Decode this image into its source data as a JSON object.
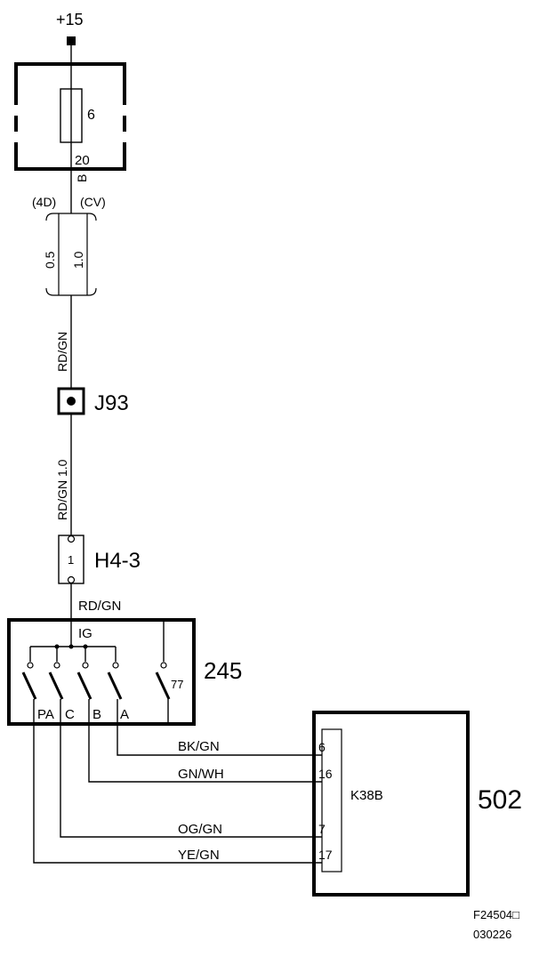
{
  "supply": {
    "label": "+15"
  },
  "fuse_box": {
    "fuse_number": "6",
    "pin": "20",
    "pin_letter": "B"
  },
  "variants": {
    "left": "(4D)",
    "right": "(CV)"
  },
  "wire_sizes": {
    "left": "0.5",
    "right": "1.0"
  },
  "wires": {
    "w1": "RD/GN",
    "w2": "RD/GN 1.0",
    "w3": "RD/GN",
    "bk_gn": "BK/GN",
    "gn_wh": "GN/WH",
    "og_gn": "OG/GN",
    "ye_gn": "YE/GN"
  },
  "junction": {
    "label": "J93"
  },
  "connector": {
    "label": "H4-3",
    "pin": "1"
  },
  "switch_unit": {
    "number": "245",
    "ig_label": "IG",
    "pin_77": "77",
    "contacts": [
      "PA",
      "C",
      "B",
      "A"
    ]
  },
  "module": {
    "number": "502",
    "connector": "K38B",
    "pins": [
      "6",
      "16",
      "7",
      "17"
    ]
  },
  "footer": {
    "figure_id": "F24504□",
    "date_code": "030226"
  }
}
